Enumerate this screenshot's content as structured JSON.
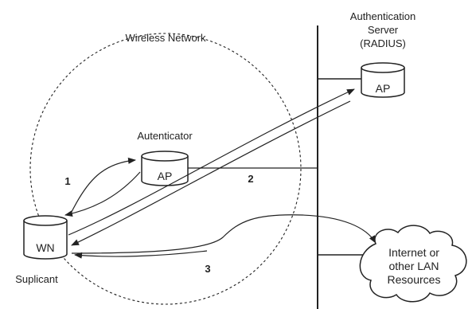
{
  "diagram": {
    "wireless_network_label": "Wireless Network",
    "auth_server": {
      "title_line1": "Authentication",
      "title_line2": "Server",
      "title_line3": "(RADIUS)",
      "device_label": "AP"
    },
    "authenticator": {
      "title": "Autenticator",
      "device_label": "AP"
    },
    "supplicant": {
      "title": "Suplicant",
      "device_label": "WN"
    },
    "internet": {
      "line1": "Internet or",
      "line2": "other LAN",
      "line3": "Resources"
    },
    "steps": {
      "step1": "1",
      "step2": "2",
      "step3": "3"
    },
    "colors": {
      "stroke": "#222222",
      "background": "#ffffff"
    }
  }
}
